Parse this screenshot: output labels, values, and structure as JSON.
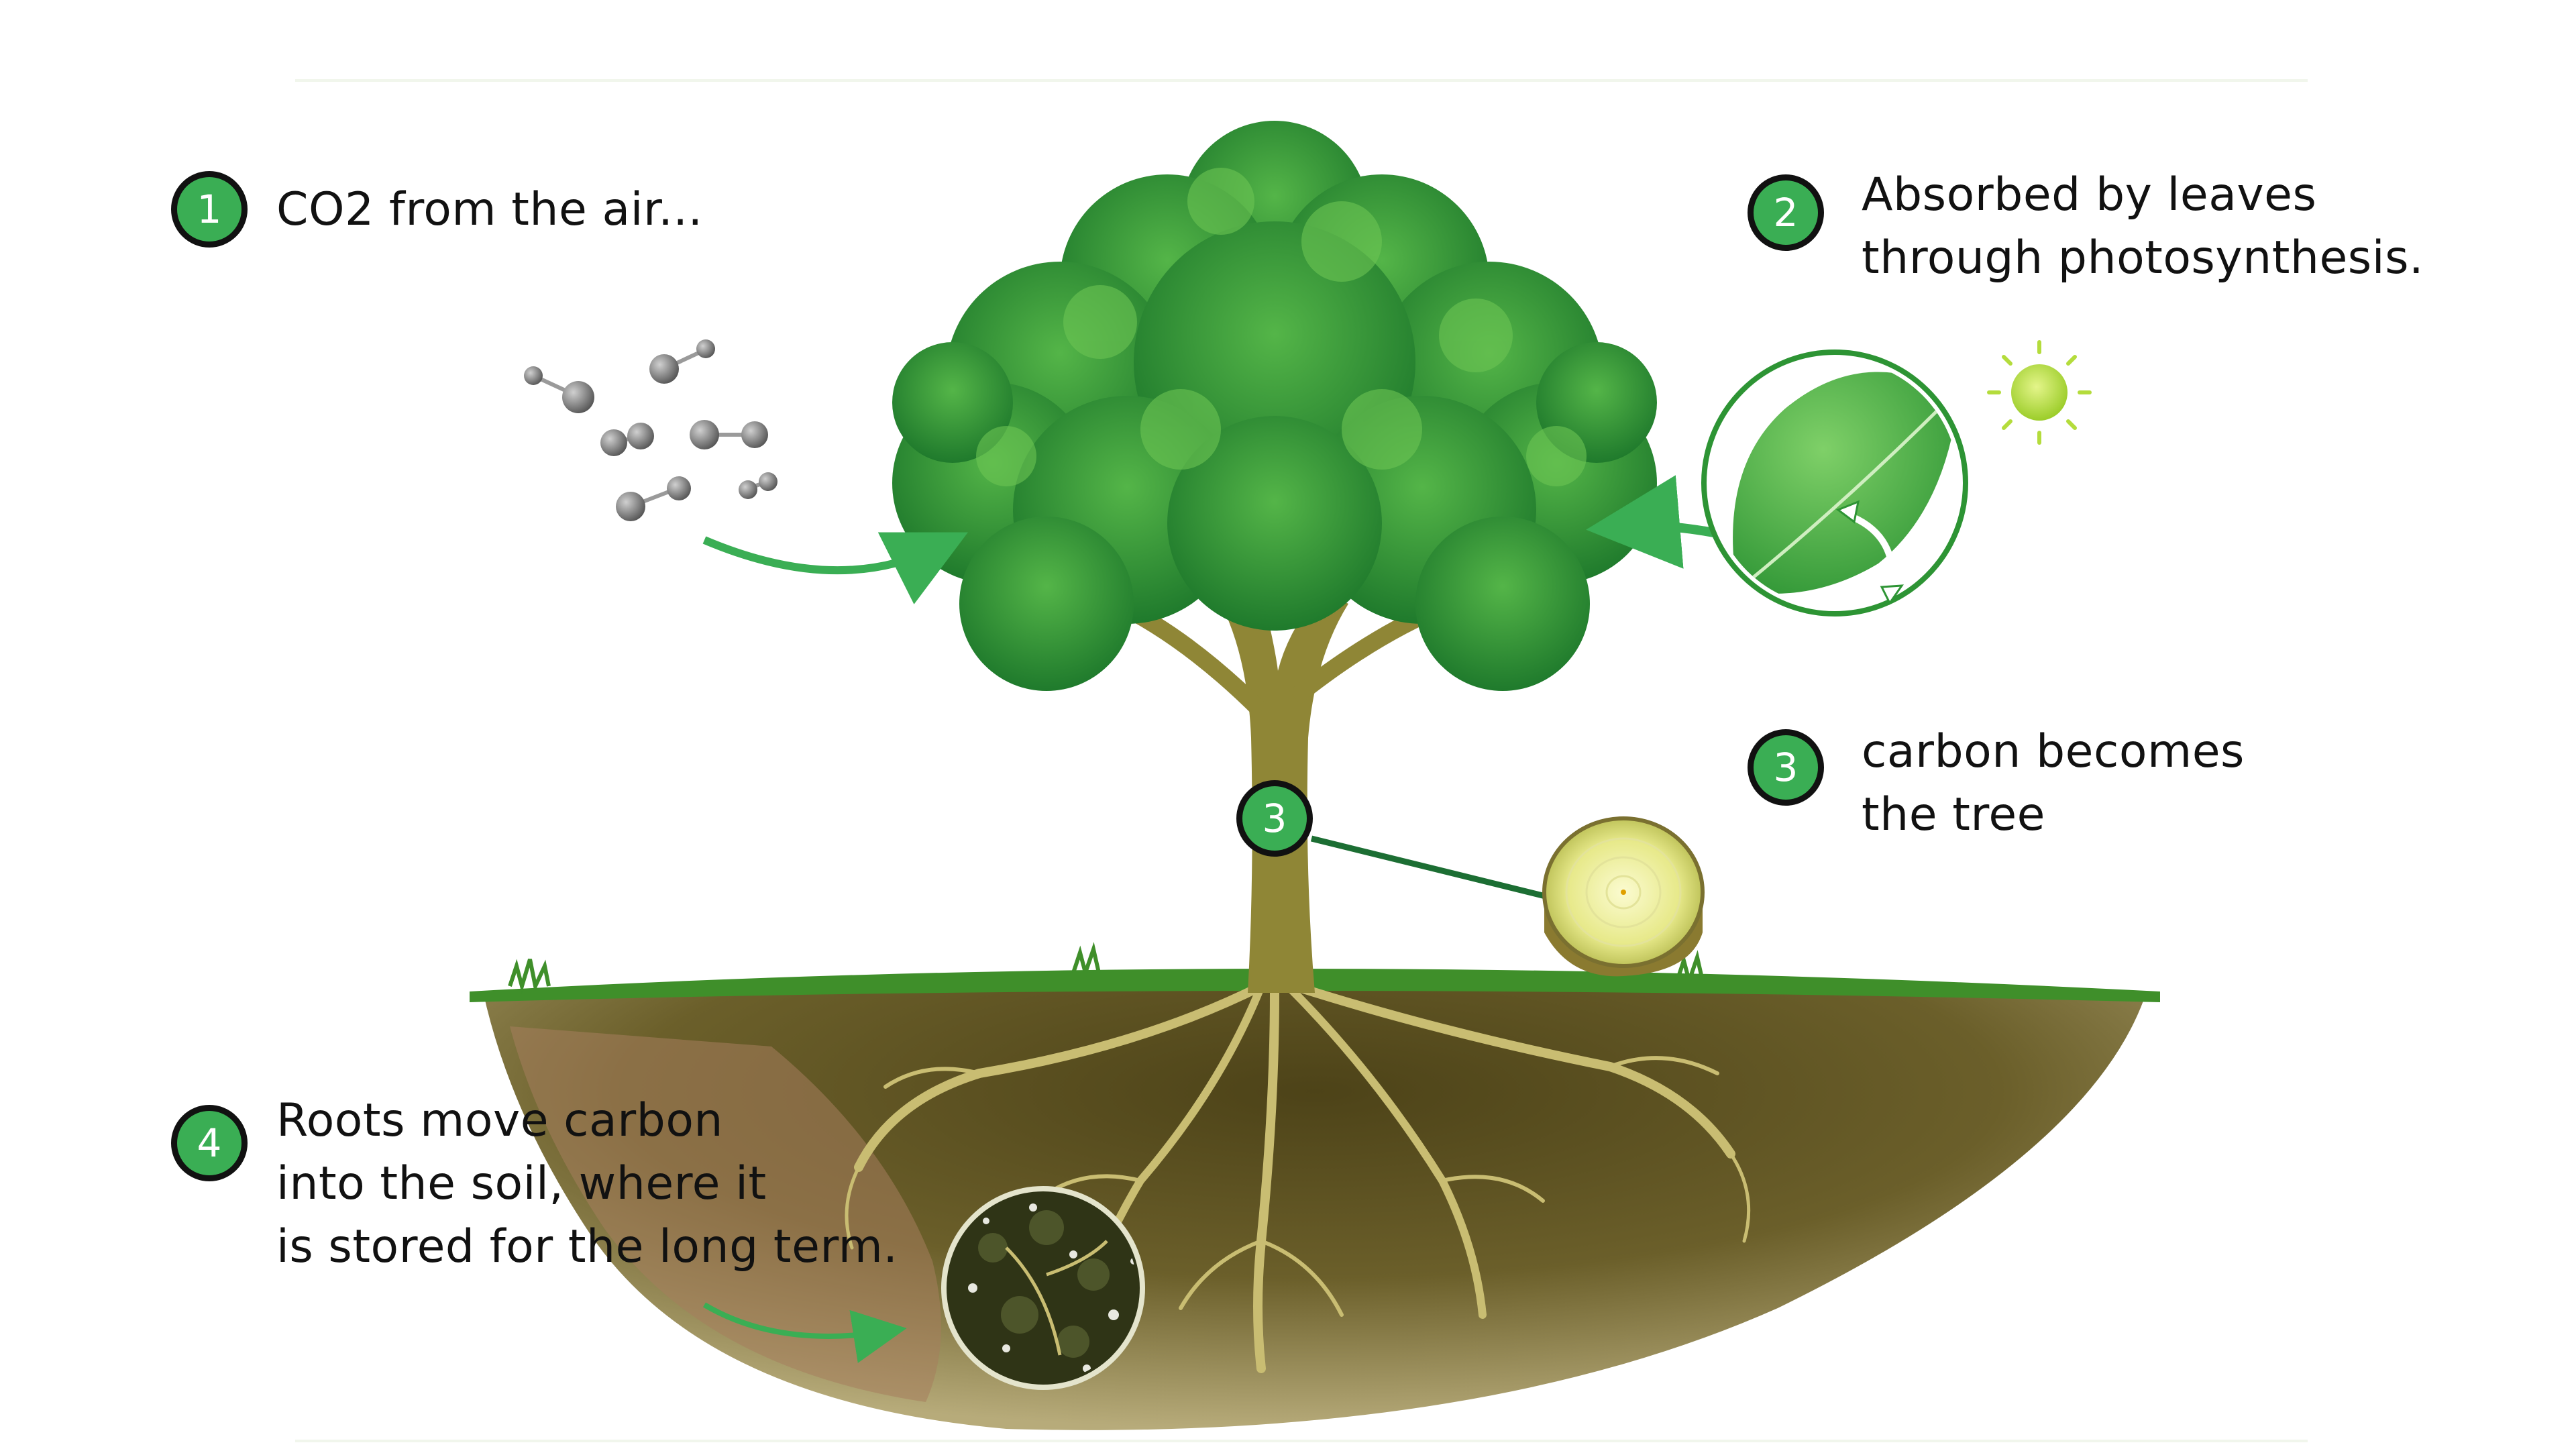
{
  "steps": [
    {
      "number": "1",
      "lines": [
        "CO2 from the air..."
      ]
    },
    {
      "number": "2",
      "lines": [
        "Absorbed by leaves",
        "through photosynthesis."
      ]
    },
    {
      "number": "3",
      "lines": [
        "carbon becomes",
        "the tree"
      ]
    },
    {
      "number": "4",
      "lines": [
        "Roots move carbon",
        "into the soil, where it",
        "is stored for the long term."
      ]
    }
  ],
  "trunk_marker": {
    "number": "3"
  },
  "colors": {
    "accent_green": "#3aae54",
    "leaf_green": "#3f9f3a",
    "soil": "#6b5a2a",
    "sun": "#b4dc3c"
  },
  "icons": [
    "co2-molecule-icon",
    "sun-icon",
    "leaf-magnifier",
    "wood-cross-section",
    "soil-magnifier"
  ]
}
